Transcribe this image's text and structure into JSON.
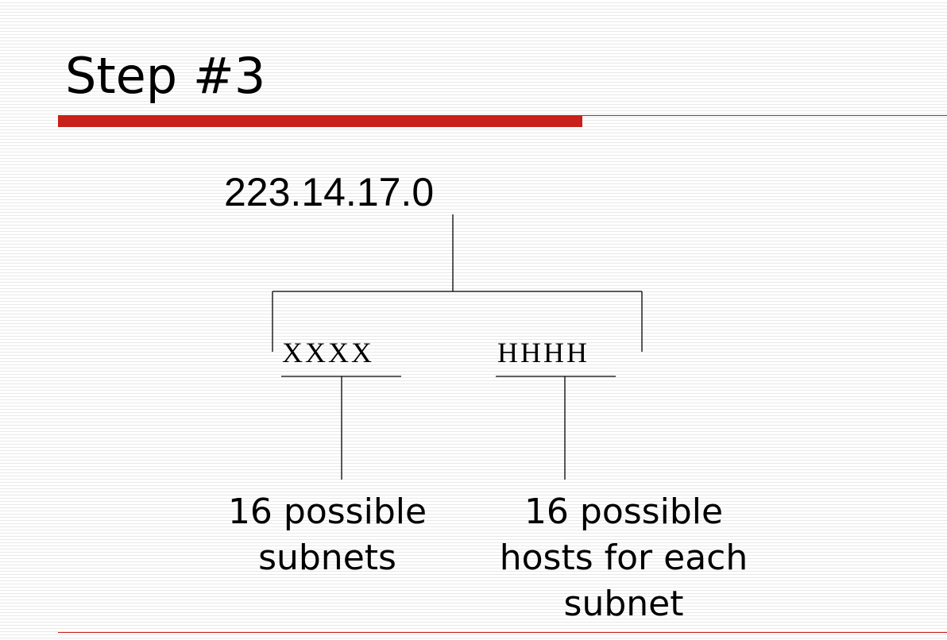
{
  "slide": {
    "title": "Step #3",
    "accent_color": "#c8201a"
  },
  "diagram": {
    "network_address": "223.14.17.0",
    "subnet_bits": "X X X X",
    "host_bits": "H H H H",
    "subnet_caption": [
      "16 possible",
      "subnets"
    ],
    "host_caption": [
      "16 possible",
      "hosts for each",
      "subnet"
    ]
  }
}
